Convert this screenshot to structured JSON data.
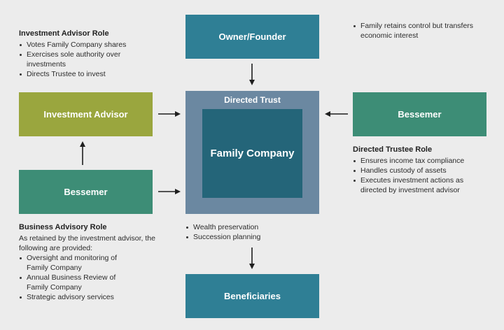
{
  "boxes": {
    "owner": "Owner/Founder",
    "investment_advisor": "Investment Advisor",
    "bessemer_left": "Bessemer",
    "bessemer_right": "Bessemer",
    "beneficiaries": "Beneficiaries"
  },
  "trust": {
    "title": "Directed Trust",
    "inner": "Family Company"
  },
  "investment_advisor_role": {
    "heading": "Investment Advisor Role",
    "items": [
      "Votes Family Company shares",
      "Exercises sole authority over investments",
      "Directs Trustee to invest"
    ]
  },
  "business_advisory_role": {
    "heading": "Business Advisory Role",
    "intro": "As retained by the investment advisor, the following are provided:",
    "items": [
      "Oversight and monitoring of Family Company",
      "Annual Business Review of Family Company",
      "Strategic advisory services"
    ]
  },
  "owner_note": {
    "items": [
      "Family retains control but transfers economic interest"
    ]
  },
  "directed_trustee_role": {
    "heading": "Directed Trustee Role",
    "items": [
      "Ensures income tax compliance",
      "Handles custody of assets",
      "Executes investment actions as directed by investment advisor"
    ]
  },
  "trust_outcomes": {
    "items": [
      "Wealth preservation",
      "Succession planning"
    ]
  },
  "colors": {
    "teal": "#2f7f95",
    "olive": "#9aa63e",
    "green": "#3d8d76",
    "trust_outer": "#6b88a1",
    "trust_inner": "#246579"
  }
}
